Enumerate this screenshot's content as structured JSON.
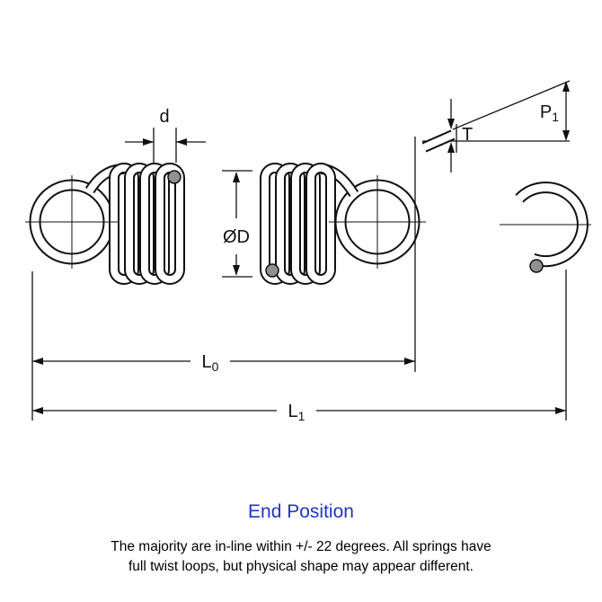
{
  "dimensions": {
    "wire_diameter": "d",
    "outer_diameter": "ØD",
    "free_length": {
      "main": "L",
      "sub": "0"
    },
    "overall_length": {
      "main": "L",
      "sub": "1"
    },
    "hook_variation": {
      "main": "P",
      "sub": "1"
    },
    "thickness": "T"
  },
  "footer": {
    "end_position": "End Position",
    "caption_lines": [
      "The majority are in-line within +/- 22 degrees. All springs have",
      "full twist loops, but physical shape may appear different."
    ]
  },
  "colors": {
    "accent": "#2233CC",
    "line": "#111111"
  }
}
